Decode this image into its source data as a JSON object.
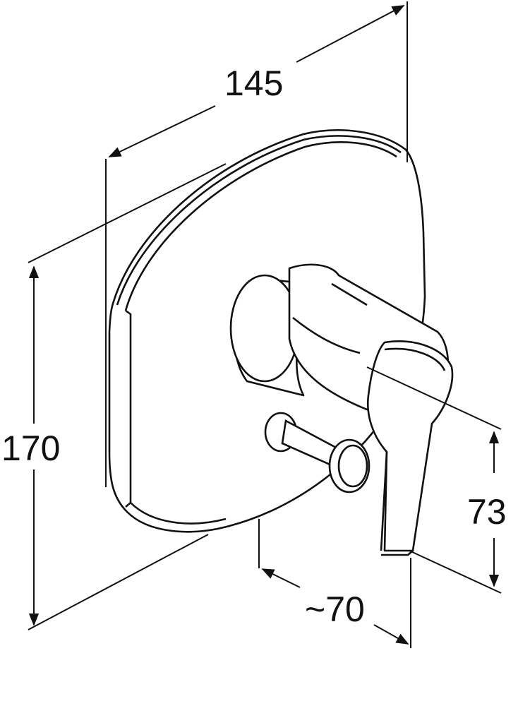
{
  "dimensions": {
    "width": "145",
    "height": "170",
    "handle_height": "73",
    "projection": "~70"
  },
  "colors": {
    "line": "#111111",
    "background": "#ffffff"
  }
}
